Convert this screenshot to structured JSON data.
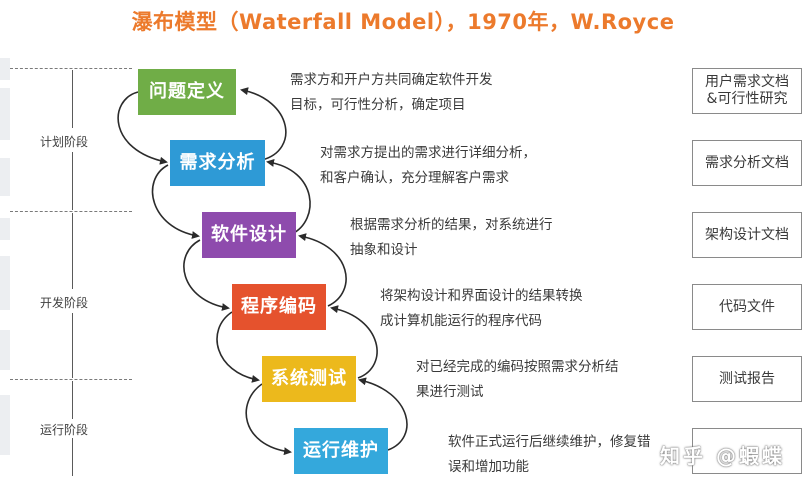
{
  "title": "瀑布模型（Waterfall Model），1970年，W.Royce",
  "phases": [
    {
      "label": "计划阶段"
    },
    {
      "label": "开发阶段"
    },
    {
      "label": "运行阶段"
    }
  ],
  "steps": [
    {
      "label": "问题定义",
      "color": "#70ad47",
      "desc": [
        "需求方和开户方共同确定软件开发",
        "目标，可行性分析，确定项目"
      ],
      "doc": "用户需求文档\n&可行性研究"
    },
    {
      "label": "需求分析",
      "color": "#2e9ad6",
      "desc": [
        "对需求方提出的需求进行详细分析，",
        "和客户确认，充分理解客户需求"
      ],
      "doc": "需求分析文档"
    },
    {
      "label": "软件设计",
      "color": "#8e4bad",
      "desc": [
        "根据需求分析的结果，对系统进行",
        "抽象和设计"
      ],
      "doc": "架构设计文档"
    },
    {
      "label": "程序编码",
      "color": "#e5522d",
      "desc": [
        "将架构设计和界面设计的结果转换",
        "成计算机能运行的程序代码"
      ],
      "doc": "代码文件"
    },
    {
      "label": "系统测试",
      "color": "#ecb91c",
      "desc": [
        "对已经完成的编码按照需求分析结",
        "果进行测试"
      ],
      "doc": "测试报告"
    },
    {
      "label": "运行维护",
      "color": "#34a8dc",
      "desc": [
        "软件正式运行后继续维护，修复错",
        "误和增加功能"
      ],
      "doc": ""
    }
  ],
  "watermark": "知乎 @蝦蝶"
}
